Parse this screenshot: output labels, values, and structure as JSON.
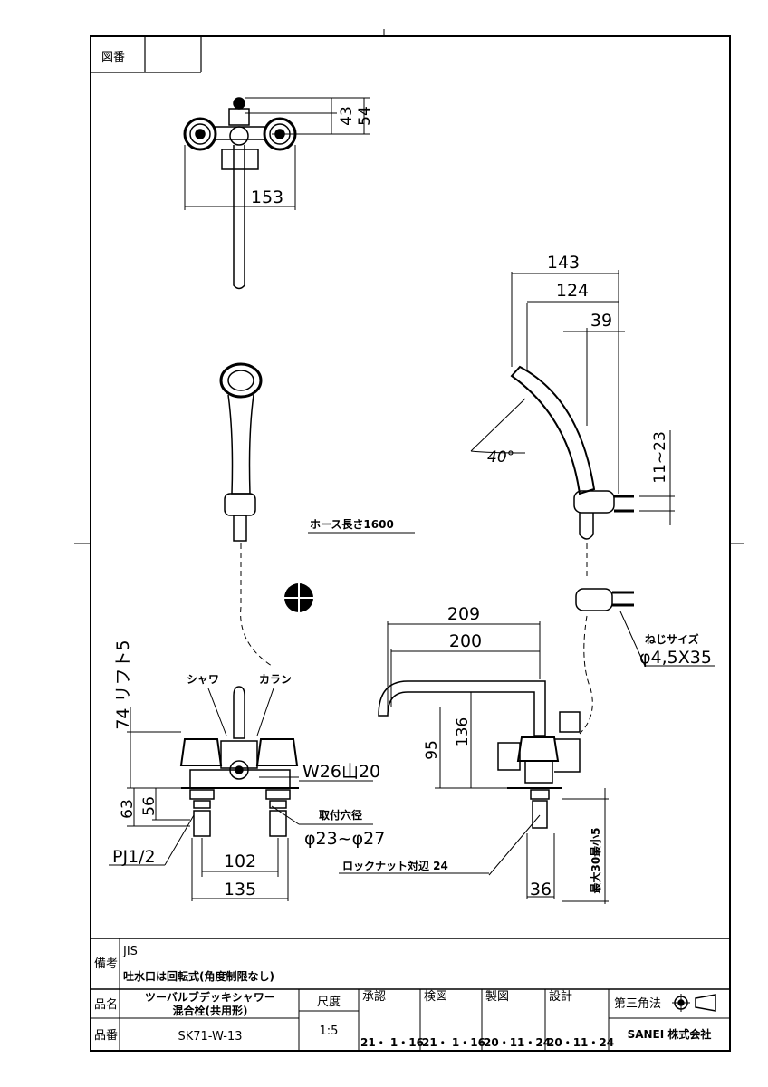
{
  "drawing": {
    "zuban_label": "図番",
    "top_view": {
      "dim_43": "43",
      "dim_54": "54",
      "dim_153": "153"
    },
    "shower_side": {
      "dim_143": "143",
      "dim_124": "124",
      "dim_39": "39",
      "angle_40": "40°",
      "dim_11_23": "11~23"
    },
    "hose_length": "ホース長さ1600",
    "screw_size": {
      "label": "ねじサイズ",
      "value": "φ4,5X35"
    },
    "front_view": {
      "lift": "74 リフト5",
      "shower_label": "シャワ",
      "caran_label": "カラン",
      "w26": "W26山20",
      "dim_63": "63",
      "dim_56": "56",
      "mount_hole_label": "取付穴径",
      "mount_hole_value": "φ23~φ27",
      "pj": "PJ1/2",
      "dim_102": "102",
      "dim_135": "135"
    },
    "side_view": {
      "dim_209": "209",
      "dim_200": "200",
      "dim_136": "136",
      "dim_95": "95",
      "locknut": "ロックナット対辺 24",
      "dim_36": "36",
      "max30": "最大30最小5"
    }
  },
  "title_block": {
    "remarks_label": "備考",
    "remark_1": "JIS",
    "remark_2": "吐水口は回転式(角度制限なし)",
    "name_label": "品名",
    "name_line1": "ツーバルブデッキシャワー",
    "name_line2": "混合栓(共用形)",
    "number_label": "品番",
    "number": "SK71-W-13",
    "scale_label": "尺度",
    "scale": "1:5",
    "approval_label": "承認",
    "approval_date": "21・ 1・16",
    "check_label": "検図",
    "check_date": "21・ 1・16",
    "draw_label": "製図",
    "draw_date": "20・11・24",
    "design_label": "設計",
    "design_date": "20・11・24",
    "projection": "第三角法",
    "company": "SANEI 株式会社"
  }
}
